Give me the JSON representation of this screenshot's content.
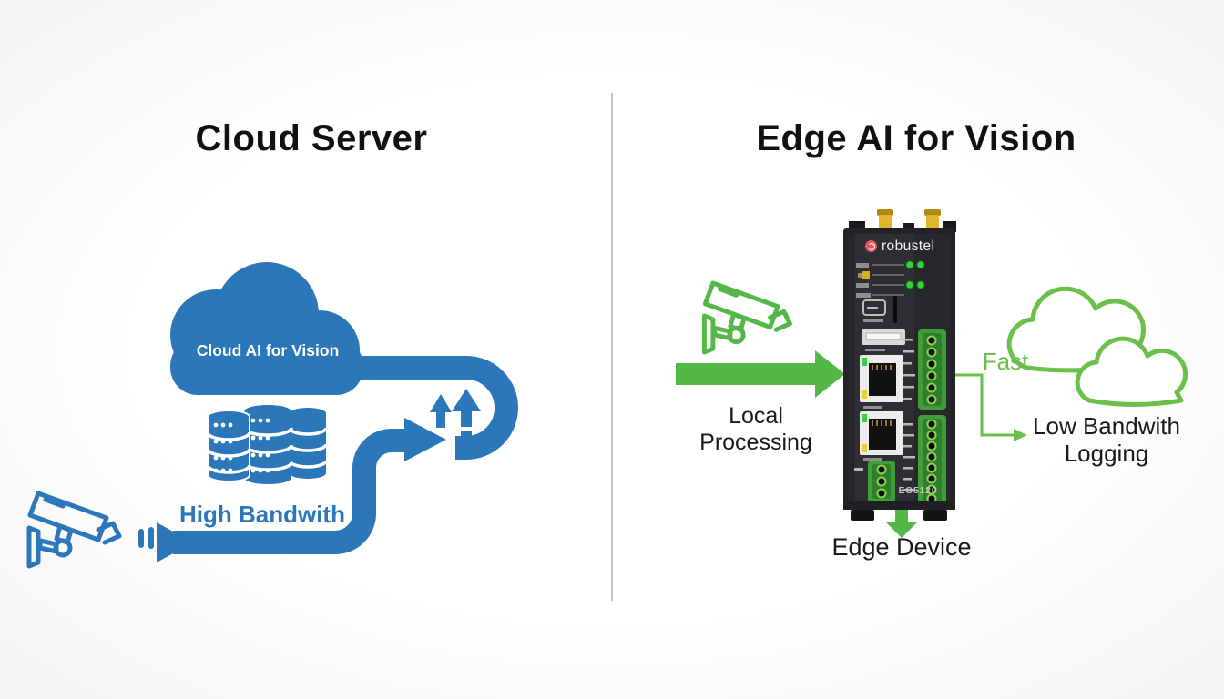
{
  "colors": {
    "blue": "#2c77ba",
    "green_solid": "#53b848",
    "green_outline": "#6cbf4a",
    "device_body": "#2e2e33",
    "brand_red": "#e25c5c",
    "led_green": "#35d43a",
    "antenna_gold": "#e0b62a",
    "divider": "#c2c2c2",
    "text": "#1a1a1a"
  },
  "left_panel": {
    "title": "Cloud Server",
    "cloud_label": "Cloud AI for Vision",
    "bandwidth_label": "High Bandwith",
    "icons": {
      "camera": "cctv-camera-icon",
      "databases": "database-stack-icon",
      "cloud": "cloud-icon",
      "upload_arrows": "upload-arrows-icon",
      "pipe": "bandwidth-pipe"
    }
  },
  "right_panel": {
    "title": "Edge AI for Vision",
    "flow": {
      "input_label": "Local Processing",
      "fast_label": "Fast",
      "output_label": "Low Bandwith Logging",
      "device_label": "Edge Device"
    },
    "device": {
      "brand": "robustel",
      "model": "EG5120"
    },
    "icons": {
      "camera": "cctv-camera-icon",
      "clouds": "cloud-outline-icon",
      "arrow_in": "green-right-arrow-icon",
      "arrow_down": "green-down-arrow-icon",
      "connector": "fast-connector-arrow"
    }
  }
}
